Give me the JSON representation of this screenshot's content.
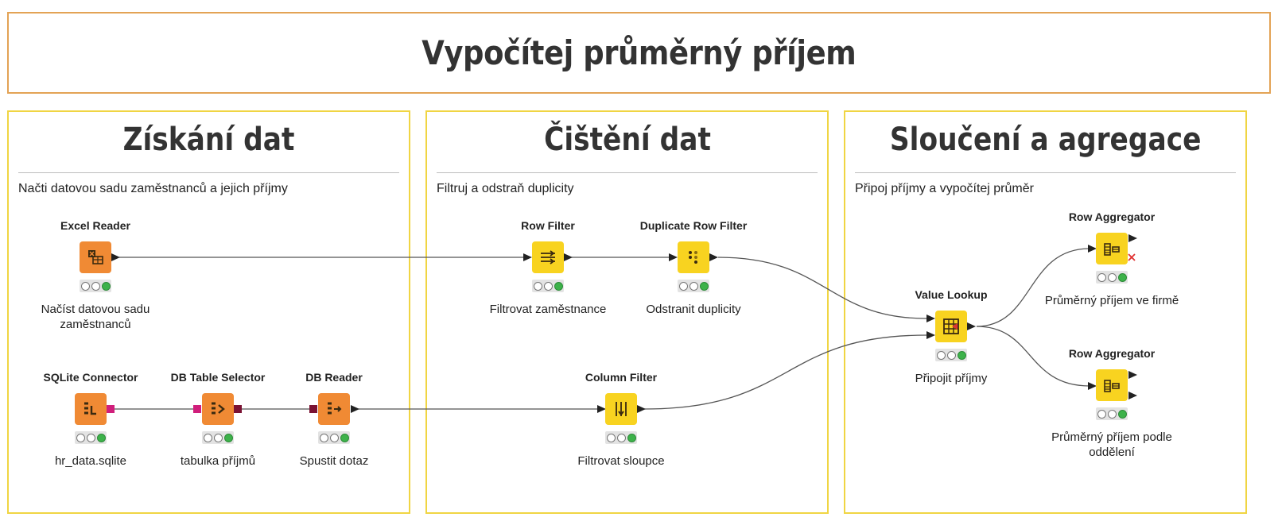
{
  "workflow": {
    "title": "Vypočítej průměrný příjem",
    "sections": [
      {
        "title": "Získání dat",
        "description": "Načti datovou sadu zaměstnanců a jejich příjmy"
      },
      {
        "title": "Čištění dat",
        "description": "Filtruj a odstraň duplicity"
      },
      {
        "title": "Sloučení a agregace",
        "description": "Připoj příjmy a vypočítej průměr"
      }
    ]
  },
  "nodes": {
    "excel_reader": {
      "name": "Excel Reader",
      "label": "Načíst datovou sadu zaměstnanců",
      "color": "#f08a34",
      "icon": "excel-reader-icon",
      "status": "executed"
    },
    "sqlite_connector": {
      "name": "SQLite Connector",
      "label": "hr_data.sqlite",
      "color": "#f08a34",
      "icon": "sqlite-connector-icon",
      "status": "executed"
    },
    "db_table_selector": {
      "name": "DB Table Selector",
      "label": "tabulka příjmů",
      "color": "#f08a34",
      "icon": "db-table-selector-icon",
      "status": "executed"
    },
    "db_reader": {
      "name": "DB Reader",
      "label": "Spustit dotaz",
      "color": "#f08a34",
      "icon": "db-reader-icon",
      "status": "executed"
    },
    "row_filter": {
      "name": "Row Filter",
      "label": "Filtrovat zaměstnance",
      "color": "#f8d320",
      "icon": "row-filter-icon",
      "status": "executed"
    },
    "duplicate_row_filter": {
      "name": "Duplicate Row Filter",
      "label": "Odstranit duplicity",
      "color": "#f8d320",
      "icon": "duplicate-row-filter-icon",
      "status": "executed"
    },
    "column_filter": {
      "name": "Column Filter",
      "label": "Filtrovat sloupce",
      "color": "#f8d320",
      "icon": "column-filter-icon",
      "status": "executed"
    },
    "value_lookup": {
      "name": "Value Lookup",
      "label": "Připojit příjmy",
      "color": "#f8d320",
      "icon": "value-lookup-icon",
      "status": "executed"
    },
    "row_aggregator_1": {
      "name": "Row Aggregator",
      "label": "Průměrný příjem ve firmě",
      "color": "#f8d320",
      "icon": "row-aggregator-icon",
      "status": "executed"
    },
    "row_aggregator_2": {
      "name": "Row Aggregator",
      "label": "Průměrný příjem podle oddělení",
      "color": "#f8d320",
      "icon": "row-aggregator-icon",
      "status": "executed"
    }
  },
  "connections": [
    {
      "from": "excel_reader",
      "to": "row_filter"
    },
    {
      "from": "row_filter",
      "to": "duplicate_row_filter"
    },
    {
      "from": "duplicate_row_filter",
      "to": "value_lookup"
    },
    {
      "from": "sqlite_connector",
      "to": "db_table_selector",
      "port": "database"
    },
    {
      "from": "db_table_selector",
      "to": "db_reader",
      "port": "database"
    },
    {
      "from": "db_reader",
      "to": "column_filter"
    },
    {
      "from": "column_filter",
      "to": "value_lookup"
    },
    {
      "from": "value_lookup",
      "to": "row_aggregator_1"
    },
    {
      "from": "value_lookup",
      "to": "row_aggregator_2"
    }
  ]
}
